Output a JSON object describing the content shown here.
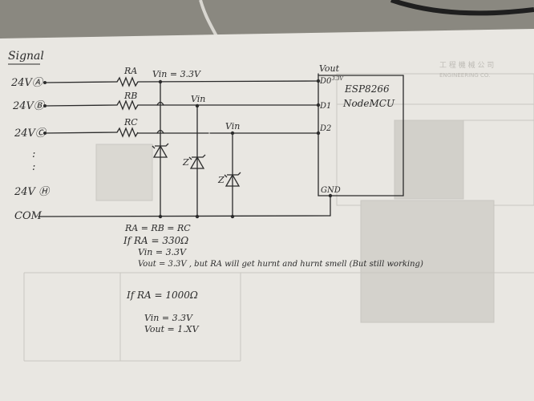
{
  "inputs": [
    {
      "label": "24VⒶ"
    },
    {
      "label": "24VⒷ"
    },
    {
      "label": "24VⒸ"
    },
    {
      "label": "24V Ⓗ"
    }
  ],
  "labels": {
    "signal": "Signal",
    "com": "COM",
    "ellipsis": ":",
    "ra": "RA",
    "rb": "RB",
    "rc": "RC",
    "vin_main": "Vin = 3.3V",
    "vin": "Vin",
    "vout": "Vout",
    "mcu": "ESP8266\nNodeMCU",
    "d0": "D0",
    "d1": "D1",
    "d2": "D2",
    "gnd": "GND",
    "zener": "Z",
    "v33_small": "3.3V"
  },
  "notes": {
    "equal": "RA = RB = RC",
    "case1_if": "If RA = 330Ω",
    "case1_vin": "Vin = 3.3V",
    "case1_vout": "Vout = 3.3V , but RA will get hurnt and hurnt smell (But still working)",
    "case2_if": "If RA = 1000Ω",
    "case2_vin": "Vin = 3.3V",
    "case2_vout": "Vout = 1.XV"
  },
  "colors": {
    "paper": "#e9e7e2",
    "ink": "#2b2b2b",
    "faint": "#b8b6b0"
  }
}
